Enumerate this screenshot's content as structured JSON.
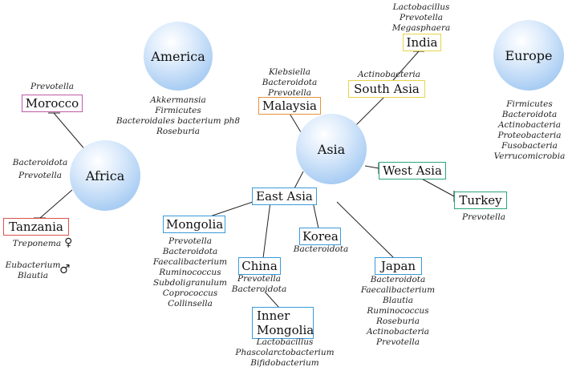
{
  "regions": {
    "america": {
      "label": "America",
      "taxa": [
        "Akkermansia",
        "Firmicutes",
        "Bacteroidales bacterium ph8",
        "Roseburia"
      ]
    },
    "europe": {
      "label": "Europe",
      "taxa": [
        "Firmicutes",
        "Bacteroidota",
        "Actinobacteria",
        "Proteobacteria",
        "Fusobacteria",
        "Verrucomicrobia"
      ]
    },
    "africa": {
      "label": "Africa",
      "taxa": [
        "Bacteroidota",
        "Prevotella"
      ]
    },
    "asia": {
      "label": "Asia"
    }
  },
  "subregions": {
    "south_asia": {
      "label": "South Asia",
      "taxa": [
        "Actinobacteria"
      ]
    },
    "west_asia": {
      "label": "West Asia"
    },
    "east_asia": {
      "label": "East Asia"
    }
  },
  "countries": {
    "morocco": {
      "label": "Morocco",
      "taxa": [
        "Prevotella"
      ],
      "color": "#c05aa8"
    },
    "tanzania": {
      "label": "Tanzania",
      "color": "#d9534f",
      "female_taxa": "Treponema",
      "female_symbol": "♀",
      "male_taxa": [
        "Eubacterium",
        "Blautia"
      ],
      "male_symbol": "♂"
    },
    "malaysia": {
      "label": "Malaysia",
      "taxa": [
        "Klebsiella",
        "Bacteroidota",
        "Prevotella"
      ],
      "color": "#e8913a"
    },
    "india": {
      "label": "India",
      "taxa": [
        "Lactobacillus",
        "Prevotella",
        "Megasphaera"
      ],
      "color": "#e8d44a"
    },
    "turkey": {
      "label": "Turkey",
      "taxa": [
        "Prevotella"
      ],
      "color": "#2aa57a"
    },
    "mongolia": {
      "label": "Mongolia",
      "taxa": [
        "Prevotella",
        "Bacteroidota",
        "Faecalibacterium",
        "Ruminococcus",
        "Subdoligranulum",
        "Coprococcus",
        "Collinsella"
      ],
      "color": "#3a9ad9"
    },
    "korea": {
      "label": "Korea",
      "taxa": [
        "Bacteroidota"
      ],
      "color": "#3a9ad9"
    },
    "china": {
      "label": "China",
      "taxa": [
        "Prevotella",
        "Bacteroidota"
      ],
      "color": "#3a9ad9"
    },
    "japan": {
      "label": "Japan",
      "taxa": [
        "Bacteroidota",
        "Faecalibacterium",
        "Blautia",
        "Ruminococcus",
        "Roseburia",
        "Actinobacteria",
        "Prevotella"
      ],
      "color": "#3a9ad9"
    },
    "inner_mongolia": {
      "label_line1": "Inner",
      "label_line2": "Mongolia",
      "taxa": [
        "Lactobacillus",
        "Phascolarctobacterium",
        "Bifidobacterium"
      ],
      "color": "#3a9ad9"
    }
  },
  "colors": {
    "south_asia": "#e8d44a",
    "west_asia": "#2aa57a",
    "east_asia": "#3a9ad9",
    "line": "#222222"
  }
}
